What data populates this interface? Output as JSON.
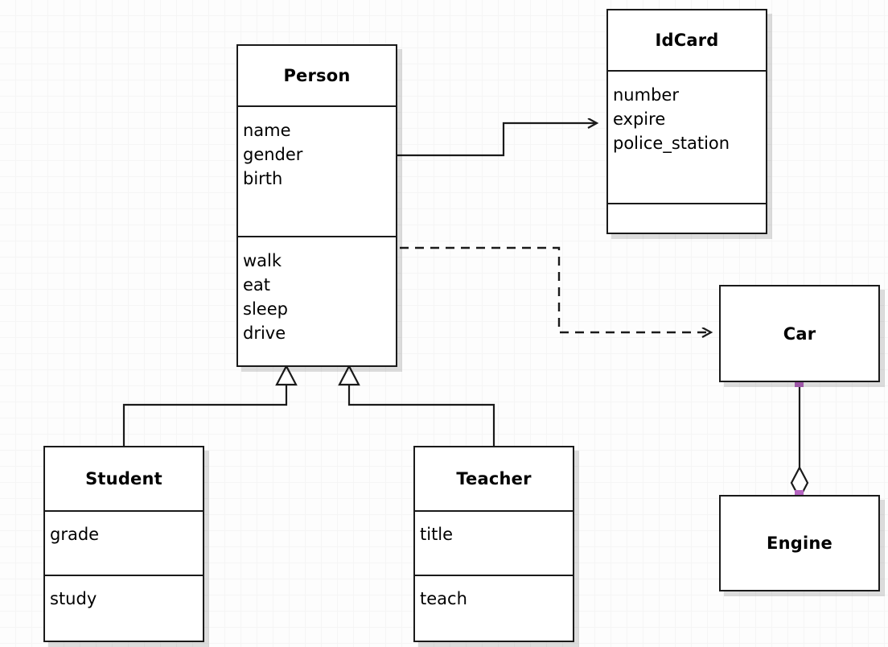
{
  "diagram": {
    "type": "uml-class-diagram",
    "background_color": "#fdfdfd",
    "grid_color": "#ececec",
    "box_border_color": "#1a1a1a",
    "handle_color": "#b565c0"
  },
  "classes": {
    "person": {
      "name": "Person",
      "attributes": [
        "name",
        "gender",
        "birth"
      ],
      "operations": [
        "walk",
        "eat",
        "sleep",
        "drive"
      ]
    },
    "idcard": {
      "name": "IdCard",
      "attributes": [
        "number",
        "expire",
        "police_station"
      ],
      "operations": []
    },
    "student": {
      "name": "Student",
      "attributes": [
        "grade"
      ],
      "operations": [
        "study"
      ]
    },
    "teacher": {
      "name": "Teacher",
      "attributes": [
        "title"
      ],
      "operations": [
        "teach"
      ]
    },
    "car": {
      "name": "Car",
      "attributes": [],
      "operations": []
    },
    "engine": {
      "name": "Engine",
      "attributes": [],
      "operations": []
    }
  },
  "relationships": [
    {
      "id": "person-idcard",
      "kind": "association",
      "line": "solid",
      "arrow": "open",
      "source": "Person",
      "target": "IdCard"
    },
    {
      "id": "person-car",
      "kind": "dependency",
      "line": "dashed",
      "arrow": "open",
      "source": "Person",
      "target": "Car"
    },
    {
      "id": "student-person",
      "kind": "generalization",
      "line": "solid",
      "arrow": "hollow-triangle",
      "source": "Student",
      "target": "Person"
    },
    {
      "id": "teacher-person",
      "kind": "generalization",
      "line": "solid",
      "arrow": "hollow-triangle",
      "source": "Teacher",
      "target": "Person"
    },
    {
      "id": "car-engine",
      "kind": "aggregation",
      "line": "solid",
      "arrow": "hollow-diamond",
      "source": "Car",
      "target": "Engine",
      "selected": true
    }
  ]
}
